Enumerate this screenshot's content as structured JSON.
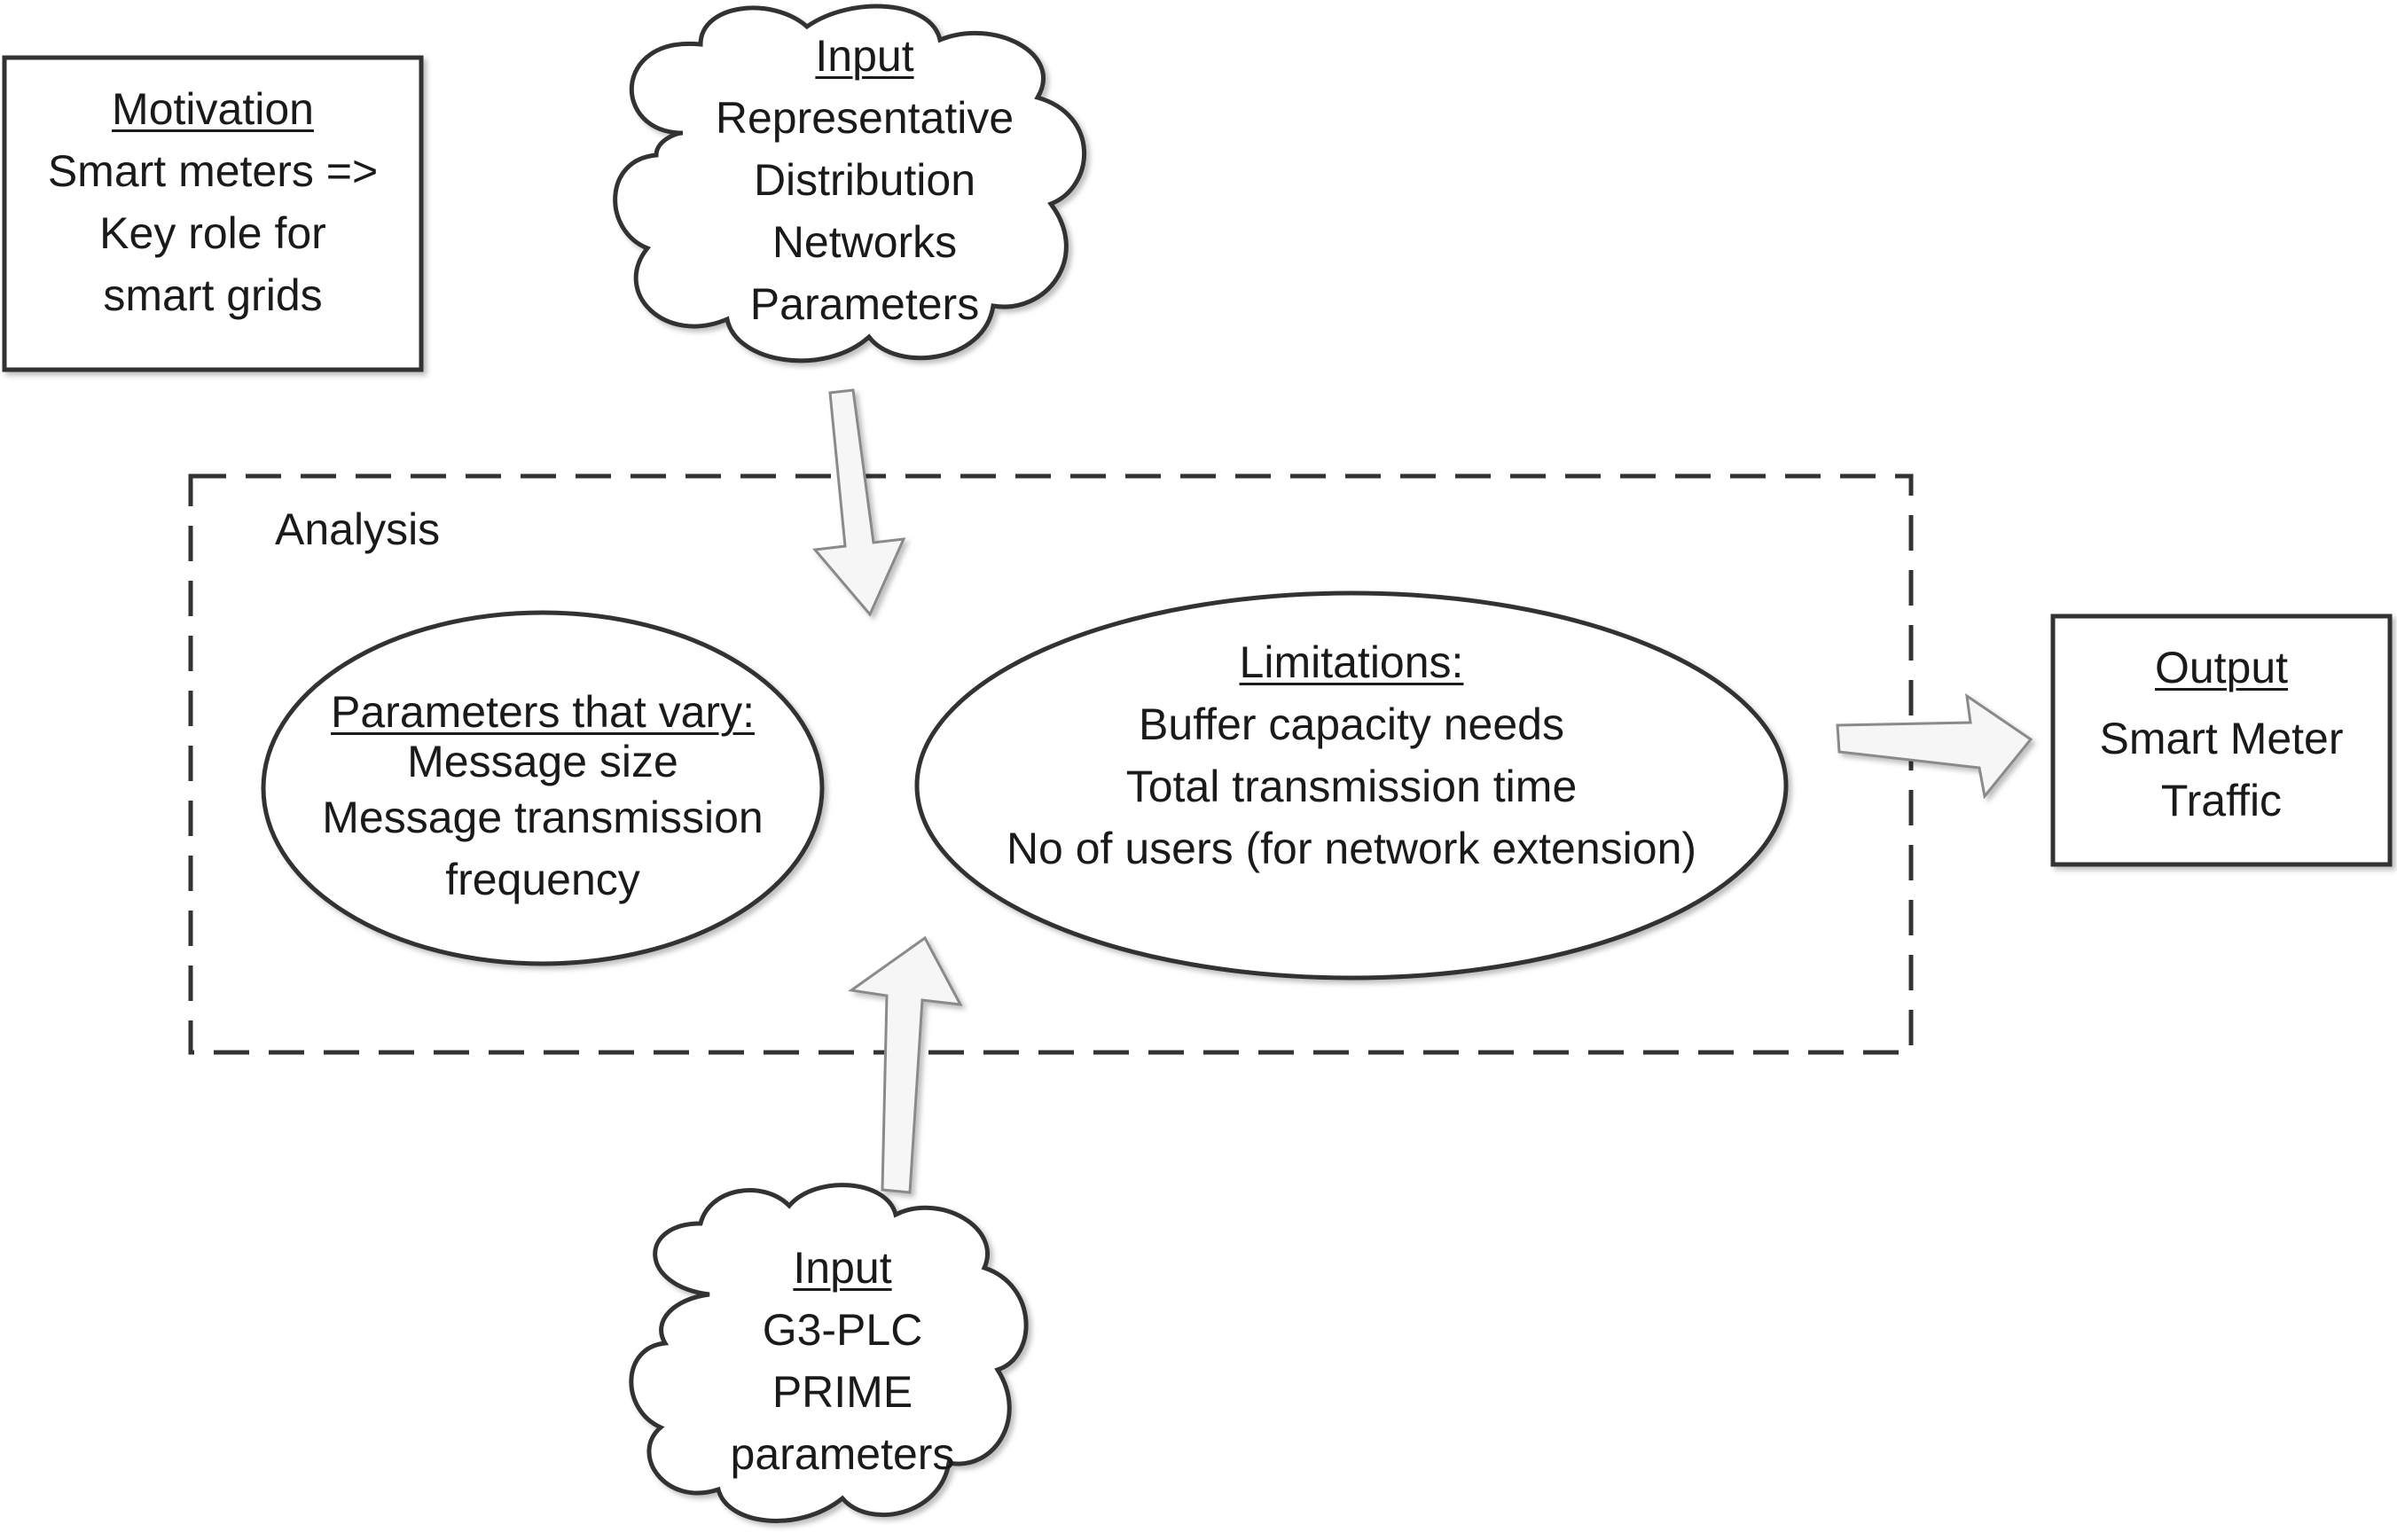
{
  "motivation": {
    "title": "Motivation",
    "lines": [
      "Smart meters =>",
      "Key role for",
      "smart grids"
    ]
  },
  "input_top": {
    "title": "Input",
    "lines": [
      "Representative",
      "Distribution",
      "Networks",
      "Parameters"
    ]
  },
  "analysis": {
    "label": "Analysis"
  },
  "parameters": {
    "title": "Parameters that vary:",
    "lines": [
      "Message size",
      "Message transmission",
      "frequency"
    ]
  },
  "limitations": {
    "title": "Limitations:",
    "lines": [
      "Buffer capacity needs",
      "Total transmission time",
      "No of users (for network extension)"
    ]
  },
  "output": {
    "title": "Output",
    "lines": [
      "Smart Meter",
      "Traffic"
    ]
  },
  "input_bottom": {
    "title": "Input",
    "lines": [
      "G3-PLC",
      "PRIME",
      "parameters"
    ]
  }
}
